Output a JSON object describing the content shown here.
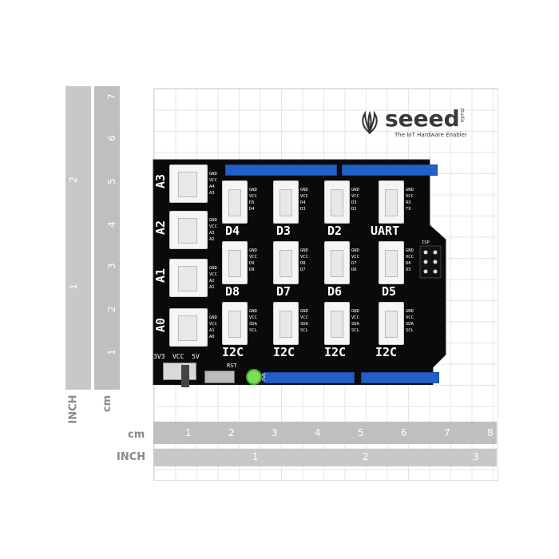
{
  "brand": {
    "name": "seeed",
    "tagline": "The IoT Hardware Enabler",
    "side_mark": "studio"
  },
  "rulers": {
    "vertical_inch_label": "INCH",
    "vertical_cm_label": "cm",
    "vertical_inch_ticks": [
      "1",
      "2"
    ],
    "vertical_cm_ticks": [
      "1",
      "2",
      "3",
      "4",
      "5",
      "6",
      "7"
    ],
    "horizontal_cm_label": "cm",
    "horizontal_inch_label": "INCH",
    "horizontal_cm_ticks": [
      "1",
      "2",
      "3",
      "4",
      "5",
      "6",
      "7",
      "8"
    ],
    "horizontal_inch_ticks": [
      "1",
      "2",
      "3"
    ]
  },
  "board": {
    "analog_ports": [
      {
        "label": "A3",
        "pins": [
          "GND",
          "VCC",
          "A4",
          "A3"
        ]
      },
      {
        "label": "A2",
        "pins": [
          "GND",
          "VCC",
          "A3",
          "A2"
        ]
      },
      {
        "label": "A1",
        "pins": [
          "GND",
          "VCC",
          "A2",
          "A1"
        ]
      },
      {
        "label": "A0",
        "pins": [
          "GND",
          "VCC",
          "A1",
          "A0"
        ]
      }
    ],
    "rows": [
      [
        {
          "label": "D4",
          "pins": [
            "GND",
            "VCC",
            "D5",
            "D4"
          ]
        },
        {
          "label": "D3",
          "pins": [
            "GND",
            "VCC",
            "D4",
            "D3"
          ]
        },
        {
          "label": "D2",
          "pins": [
            "GND",
            "VCC",
            "D3",
            "D2"
          ]
        },
        {
          "label": "UART",
          "pins": [
            "GND",
            "VCC",
            "RX",
            "TX"
          ]
        }
      ],
      [
        {
          "label": "D8",
          "pins": [
            "GND",
            "VCC",
            "D9",
            "D8"
          ]
        },
        {
          "label": "D7",
          "pins": [
            "GND",
            "VCC",
            "D8",
            "D7"
          ]
        },
        {
          "label": "D6",
          "pins": [
            "GND",
            "VCC",
            "D7",
            "D6"
          ]
        },
        {
          "label": "D5",
          "pins": [
            "GND",
            "VCC",
            "D6",
            "D5"
          ]
        }
      ],
      [
        {
          "label": "I2C",
          "pins": [
            "GND",
            "VCC",
            "SDA",
            "SCL"
          ]
        },
        {
          "label": "I2C",
          "pins": [
            "GND",
            "VCC",
            "SDA",
            "SCL"
          ]
        },
        {
          "label": "I2C",
          "pins": [
            "GND",
            "VCC",
            "SDA",
            "SCL"
          ]
        },
        {
          "label": "I2C",
          "pins": [
            "GND",
            "VCC",
            "SDA",
            "SCL"
          ]
        }
      ]
    ],
    "voltage_label": "3V3  VCC  5V",
    "reset_label": "RST",
    "power_label": "PWR",
    "isp_label": "ISP"
  }
}
